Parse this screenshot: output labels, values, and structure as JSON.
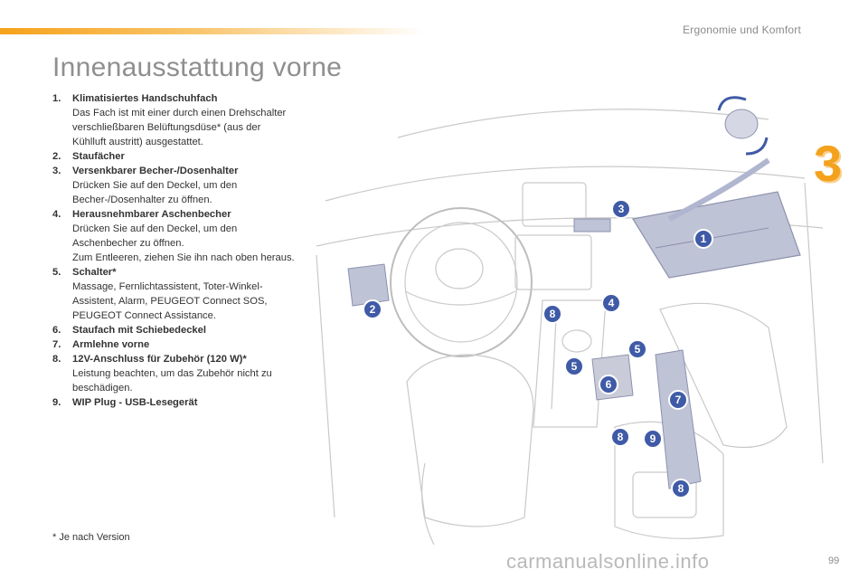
{
  "header": {
    "chapter_title": "Ergonomie und Komfort",
    "chapter_number": "3",
    "accent_color": "#f4a21d"
  },
  "page": {
    "title": "Innenausstattung vorne",
    "page_number": "99"
  },
  "items": [
    {
      "num": "1.",
      "head": "Klimatisiertes Handschuhfach",
      "desc": "Das Fach ist mit einer durch einen Drehschalter verschließbaren Belüftungsdüse* (aus der Kühlluft austritt) ausgestattet."
    },
    {
      "num": "2.",
      "head": "Staufächer",
      "desc": ""
    },
    {
      "num": "3.",
      "head": "Versenkbarer Becher-/Dosenhalter",
      "desc": "Drücken Sie auf den Deckel, um den Becher-/Dosenhalter zu öffnen."
    },
    {
      "num": "4.",
      "head": "Herausnehmbarer Aschenbecher",
      "desc": "Drücken Sie auf den Deckel, um den Aschenbecher zu öffnen.",
      "desc2": "Zum Entleeren, ziehen Sie ihn nach oben heraus."
    },
    {
      "num": "5.",
      "head": "Schalter*",
      "desc": "Massage, Fernlichtassistent, Toter-Winkel-Assistent, Alarm, PEUGEOT Connect SOS, PEUGEOT Connect Assistance."
    },
    {
      "num": "6.",
      "head": "Staufach mit Schiebedeckel",
      "desc": ""
    },
    {
      "num": "7.",
      "head": "Armlehne vorne",
      "desc": ""
    },
    {
      "num": "8.",
      "head": "12V-Anschluss für Zubehör (120 W)*",
      "desc": "Leistung beachten, um das Zubehör nicht zu beschädigen."
    },
    {
      "num": "9.",
      "head": "WIP Plug - USB-Lesegerät",
      "desc": ""
    }
  ],
  "footnote": "* Je nach Version",
  "callouts": [
    "1",
    "2",
    "3",
    "4",
    "5",
    "5",
    "6",
    "7",
    "8",
    "8",
    "8",
    "9"
  ],
  "watermark": "carmanualsonline.info"
}
